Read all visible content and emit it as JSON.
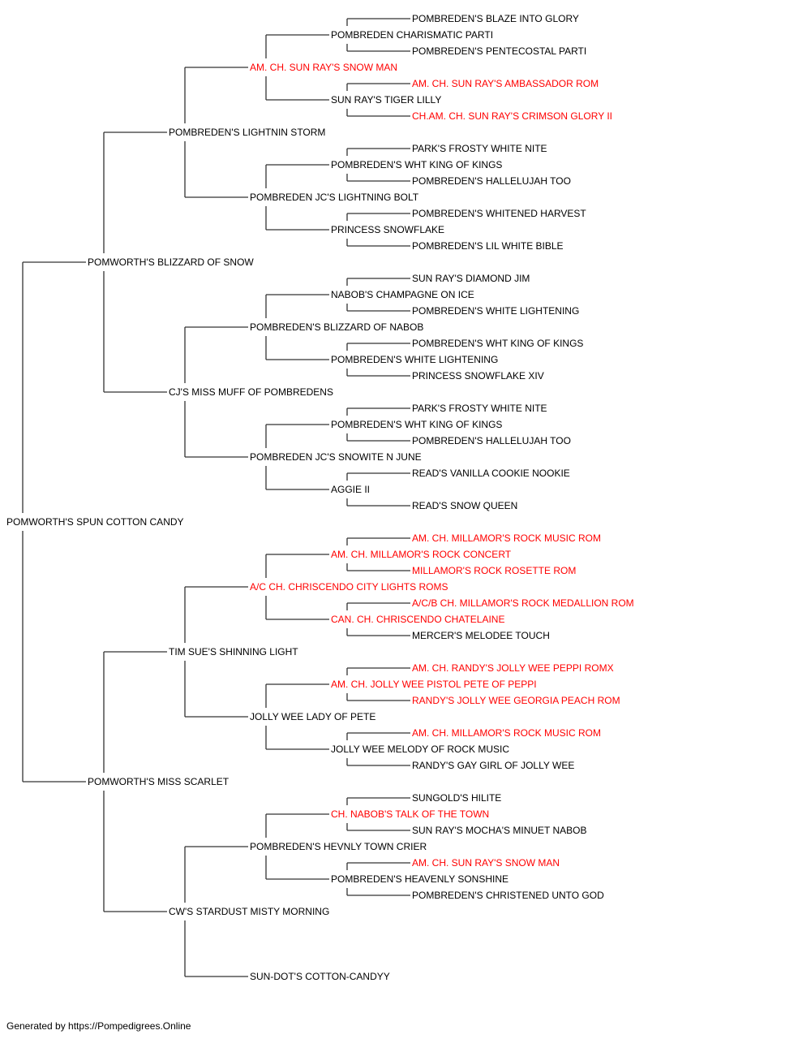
{
  "colors": {
    "text": "#000000",
    "champion": "#ff0000",
    "line": "#333333"
  },
  "pedigree": [
    {
      "id": 1,
      "name": "POMWORTH'S SPUN COTTON CANDY",
      "champion": false
    },
    {
      "id": 2,
      "name": "POMWORTH'S BLIZZARD OF SNOW",
      "champion": false
    },
    {
      "id": 3,
      "name": "POMWORTH'S MISS SCARLET",
      "champion": false
    },
    {
      "id": 4,
      "name": "POMBREDEN'S LIGHTNIN STORM",
      "champion": false
    },
    {
      "id": 5,
      "name": "CJ'S MISS MUFF OF POMBREDENS",
      "champion": false
    },
    {
      "id": 6,
      "name": "TIM SUE'S SHINNING LIGHT",
      "champion": false
    },
    {
      "id": 7,
      "name": "CW'S STARDUST MISTY MORNING",
      "champion": false
    },
    {
      "id": 8,
      "name": "AM. CH. SUN RAY'S SNOW MAN",
      "champion": true
    },
    {
      "id": 9,
      "name": "POMBREDEN JC'S LIGHTNING BOLT",
      "champion": false
    },
    {
      "id": 10,
      "name": "POMBREDEN'S BLIZZARD OF NABOB",
      "champion": false
    },
    {
      "id": 11,
      "name": "POMBREDEN JC'S SNOWITE N JUNE",
      "champion": false
    },
    {
      "id": 12,
      "name": "A/C CH. CHRISCENDO CITY LIGHTS ROMS",
      "champion": true
    },
    {
      "id": 13,
      "name": "JOLLY WEE LADY OF PETE",
      "champion": false
    },
    {
      "id": 14,
      "name": "POMBREDEN'S HEVNLY TOWN CRIER",
      "champion": false
    },
    {
      "id": 15,
      "name": "SUN-DOT'S COTTON-CANDYY",
      "champion": false
    },
    {
      "id": 16,
      "name": "POMBREDEN CHARISMATIC PARTI",
      "champion": false
    },
    {
      "id": 17,
      "name": "SUN RAY'S TIGER LILLY",
      "champion": false
    },
    {
      "id": 18,
      "name": "POMBREDEN'S WHT KING OF KINGS",
      "champion": false
    },
    {
      "id": 19,
      "name": "PRINCESS SNOWFLAKE",
      "champion": false
    },
    {
      "id": 20,
      "name": "NABOB'S CHAMPAGNE ON ICE",
      "champion": false
    },
    {
      "id": 21,
      "name": "POMBREDEN'S WHITE LIGHTENING",
      "champion": false
    },
    {
      "id": 22,
      "name": "POMBREDEN'S WHT KING OF KINGS",
      "champion": false
    },
    {
      "id": 23,
      "name": "AGGIE II",
      "champion": false
    },
    {
      "id": 24,
      "name": "AM. CH. MILLAMOR'S ROCK CONCERT",
      "champion": true
    },
    {
      "id": 25,
      "name": "CAN. CH. CHRISCENDO CHATELAINE",
      "champion": true
    },
    {
      "id": 26,
      "name": "AM. CH. JOLLY WEE PISTOL PETE OF PEPPI",
      "champion": true
    },
    {
      "id": 27,
      "name": "JOLLY WEE MELODY OF ROCK MUSIC",
      "champion": false
    },
    {
      "id": 28,
      "name": "CH. NABOB'S TALK OF THE TOWN",
      "champion": true
    },
    {
      "id": 29,
      "name": "POMBREDEN'S HEAVENLY SONSHINE",
      "champion": false
    },
    {
      "id": 32,
      "name": "POMBREDEN'S BLAZE INTO GLORY",
      "champion": false
    },
    {
      "id": 33,
      "name": "POMBREDEN'S PENTECOSTAL PARTI",
      "champion": false
    },
    {
      "id": 34,
      "name": "AM. CH. SUN RAY'S AMBASSADOR ROM",
      "champion": true
    },
    {
      "id": 35,
      "name": "CH.AM. CH. SUN RAY'S CRIMSON GLORY II",
      "champion": true
    },
    {
      "id": 36,
      "name": "PARK'S FROSTY WHITE NITE",
      "champion": false
    },
    {
      "id": 37,
      "name": "POMBREDEN'S HALLELUJAH TOO",
      "champion": false
    },
    {
      "id": 38,
      "name": "POMBREDEN'S WHITENED HARVEST",
      "champion": false
    },
    {
      "id": 39,
      "name": "POMBREDEN'S LIL WHITE BIBLE",
      "champion": false
    },
    {
      "id": 40,
      "name": "SUN RAY'S DIAMOND JIM",
      "champion": false
    },
    {
      "id": 41,
      "name": "POMBREDEN'S WHITE LIGHTENING",
      "champion": false
    },
    {
      "id": 42,
      "name": "POMBREDEN'S WHT KING OF KINGS",
      "champion": false
    },
    {
      "id": 43,
      "name": "PRINCESS SNOWFLAKE XIV",
      "champion": false
    },
    {
      "id": 44,
      "name": "PARK'S FROSTY WHITE NITE",
      "champion": false
    },
    {
      "id": 45,
      "name": "POMBREDEN'S HALLELUJAH TOO",
      "champion": false
    },
    {
      "id": 46,
      "name": "READ'S VANILLA COOKIE NOOKIE",
      "champion": false
    },
    {
      "id": 47,
      "name": "READ'S SNOW QUEEN",
      "champion": false
    },
    {
      "id": 48,
      "name": "AM. CH. MILLAMOR'S ROCK MUSIC ROM",
      "champion": true
    },
    {
      "id": 49,
      "name": "MILLAMOR'S ROCK ROSETTE ROM",
      "champion": true
    },
    {
      "id": 50,
      "name": "A/C/B CH. MILLAMOR'S ROCK MEDALLION ROM",
      "champion": true
    },
    {
      "id": 51,
      "name": "MERCER'S MELODEE TOUCH",
      "champion": false
    },
    {
      "id": 52,
      "name": "AM. CH. RANDY'S JOLLY WEE PEPPI ROMX",
      "champion": true
    },
    {
      "id": 53,
      "name": "RANDY'S JOLLY WEE GEORGIA PEACH ROM",
      "champion": true
    },
    {
      "id": 54,
      "name": "AM. CH. MILLAMOR'S ROCK MUSIC ROM",
      "champion": true
    },
    {
      "id": 55,
      "name": "RANDY'S GAY GIRL OF JOLLY WEE",
      "champion": false
    },
    {
      "id": 56,
      "name": "SUNGOLD'S HILITE",
      "champion": false
    },
    {
      "id": 57,
      "name": "SUN RAY'S MOCHA'S MINUET NABOB",
      "champion": false
    },
    {
      "id": 58,
      "name": "AM. CH. SUN RAY'S SNOW MAN",
      "champion": true
    },
    {
      "id": 59,
      "name": "POMBREDEN'S CHRISTENED UNTO GOD",
      "champion": false
    }
  ],
  "footer": "Generated by https://Pompedigrees.Online"
}
